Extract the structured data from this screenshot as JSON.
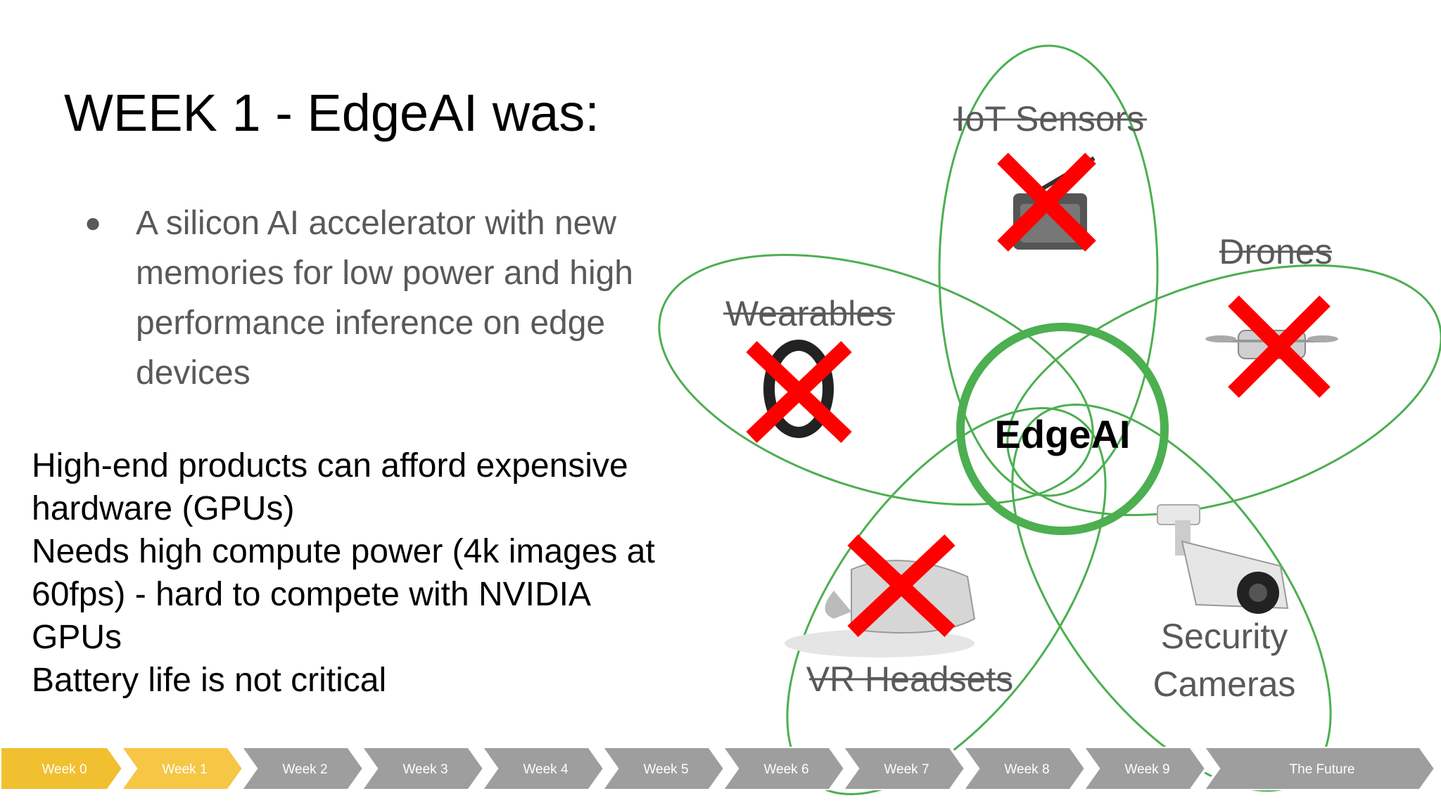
{
  "slide": {
    "title": "WEEK 1 - EdgeAI was:",
    "bullet": "A silicon AI accelerator with new memories for low power and high performance inference on edge devices",
    "notes": [
      "High-end products can afford expensive",
      "hardware (GPUs)",
      "Needs high compute power (4k images at",
      "60fps) - hard to compete with NVIDIA",
      "GPUs",
      "Battery life is not critical"
    ]
  },
  "diagram": {
    "center": "EdgeAI",
    "petals": {
      "iot": "IoT Sensors",
      "drones": "Drones",
      "wearables": "Wearables",
      "vr": "VR Headsets",
      "security_line1": "Security",
      "security_line2": "Cameras"
    },
    "colors": {
      "ring": "#4caf50",
      "cross": "#ff0000",
      "text": "#595959"
    }
  },
  "timeline": {
    "items": [
      "Week 0",
      "Week 1",
      "Week 2",
      "Week 3",
      "Week 4",
      "Week 5",
      "Week 6",
      "Week 7",
      "Week 8",
      "Week 9",
      "The Future"
    ],
    "colors": {
      "past": "#f0c030",
      "current": "#f6c645",
      "future": "#9e9e9e"
    },
    "current_index": 1
  }
}
